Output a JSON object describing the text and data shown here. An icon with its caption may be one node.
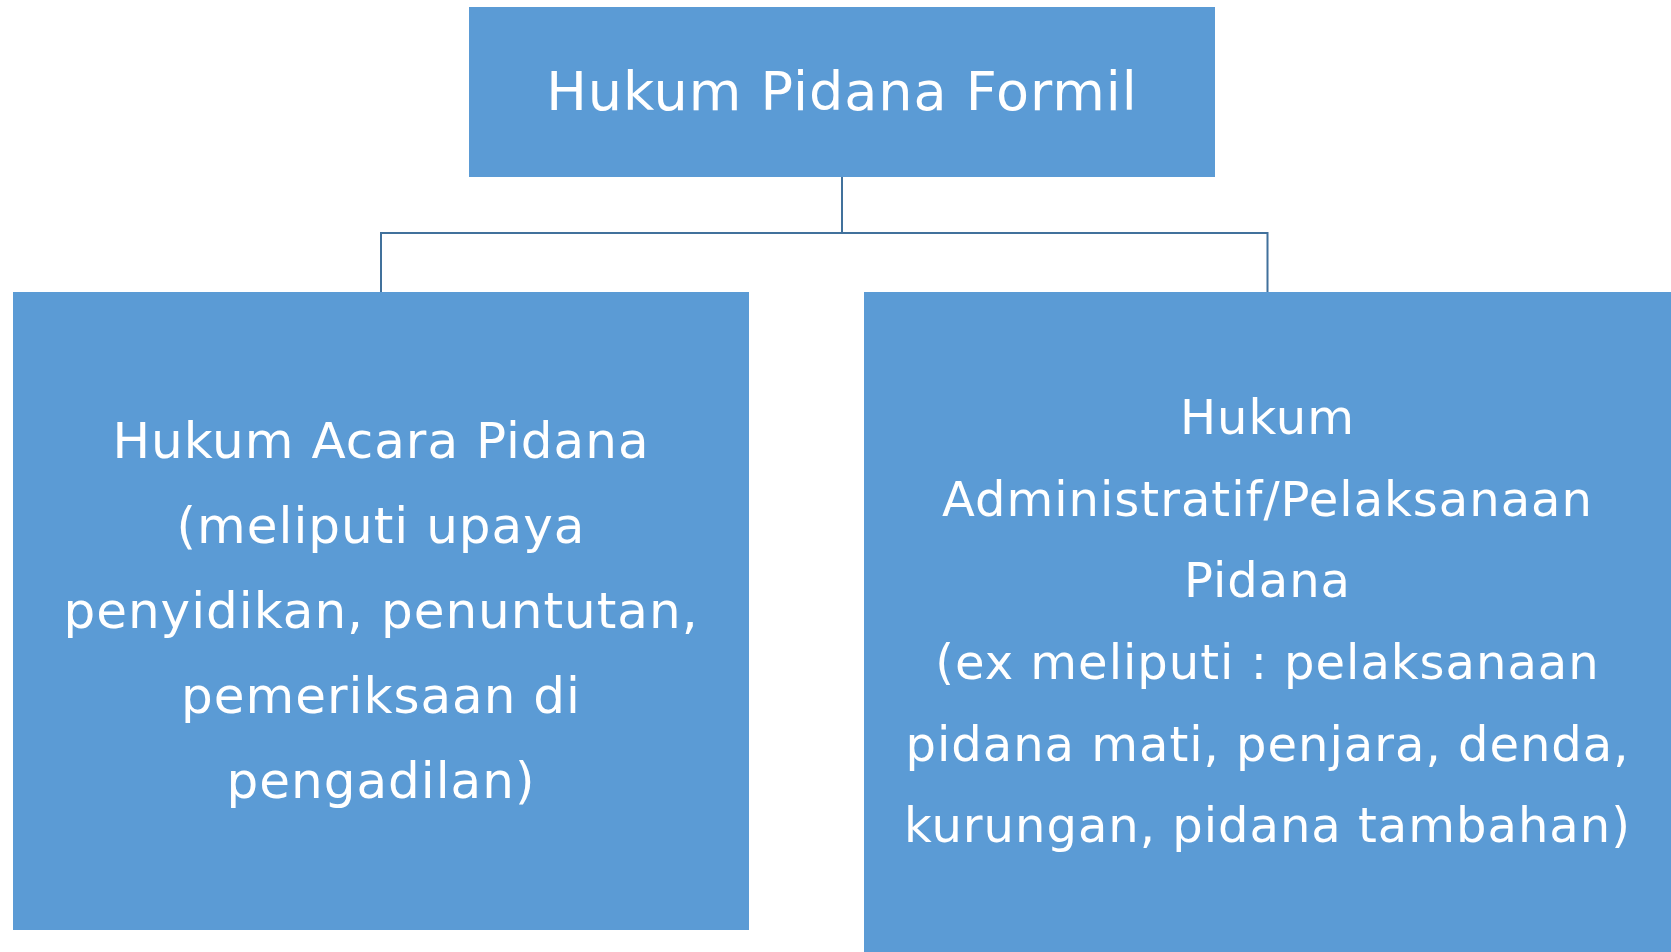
{
  "diagram": {
    "nodes": [
      {
        "text": [
          "Hukum Pidana Formil"
        ]
      },
      {
        "text": [
          "Hukum Acara Pidana",
          "(meliputi upaya penyidikan, penuntutan, pemeriksaan di pengadilan)"
        ]
      },
      {
        "text": [
          "Hukum Administratif/Pelaksanaan Pidana",
          "(ex meliputi : pelaksanaan pidana mati, penjara, denda, kurungan, pidana tambahan)"
        ]
      }
    ],
    "edges": [
      {
        "from": 0,
        "to": 1,
        "arrow": "none"
      },
      {
        "from": 0,
        "to": 2,
        "arrow": "none"
      }
    ]
  }
}
